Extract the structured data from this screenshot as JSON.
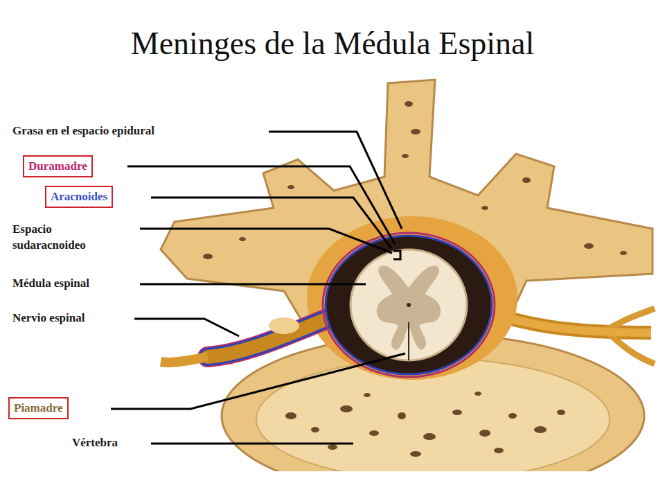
{
  "diagram": {
    "title": "Meninges de la Médula Espinal",
    "nodes": [
      {
        "text": [
          "Duramadre"
        ]
      },
      {
        "text": [
          "Aracnoides"
        ]
      },
      {
        "text": [
          "Piamadre"
        ]
      }
    ],
    "labels": [
      "Grasa en el espacio epidural",
      "Espacio sudaracnoideo",
      "Médula espinal",
      "Nervio espinal",
      "Vértebra"
    ]
  }
}
